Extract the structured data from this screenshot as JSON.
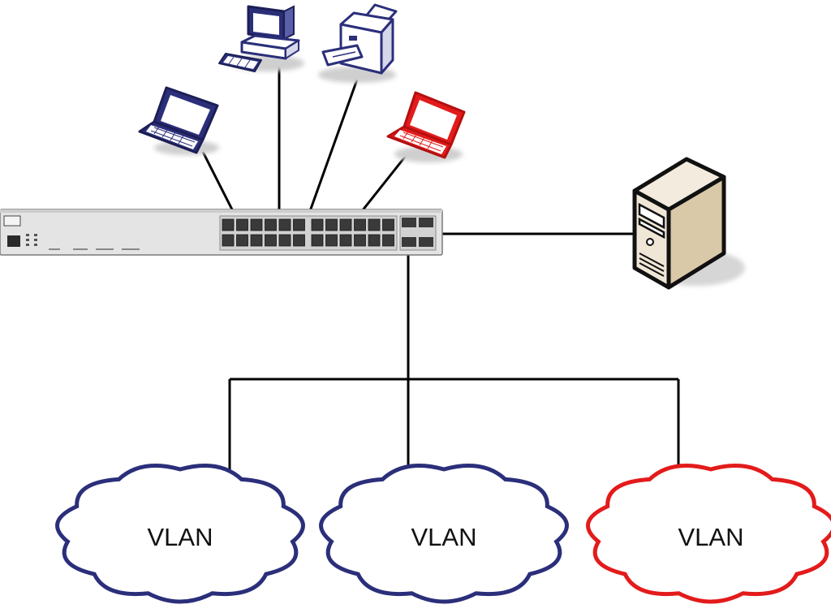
{
  "colors": {
    "navy": "#2b2f7a",
    "red": "#e31b1b",
    "line": "#000000",
    "switch_body": "#e4e4e4",
    "server_body": "#e9dcc5"
  },
  "icons": [
    "laptop-icon",
    "desktop-computer-icon",
    "printer-icon",
    "laptop-icon-red",
    "server-icon",
    "network-switch-icon"
  ],
  "clouds": [
    {
      "label": "VLAN",
      "color": "red_false"
    },
    {
      "label": "VLAN"
    },
    {
      "label": "VLAN"
    }
  ]
}
